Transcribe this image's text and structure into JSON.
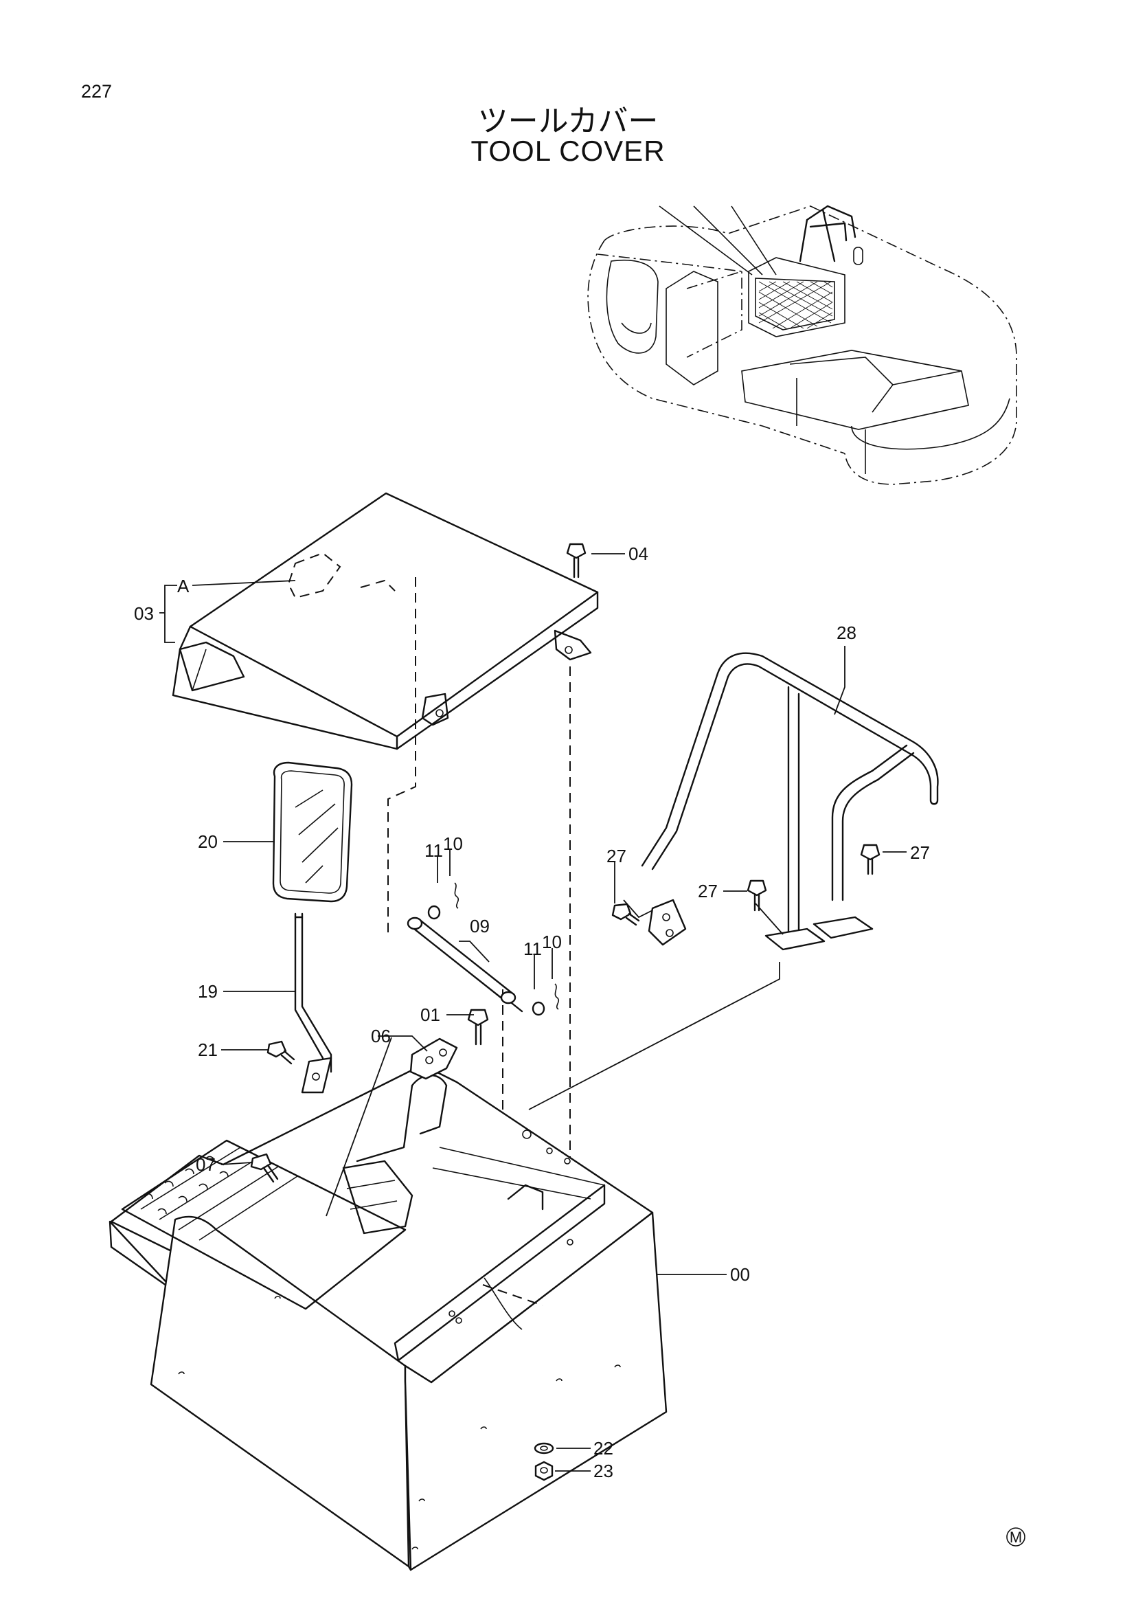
{
  "page_number": "227",
  "title_jp": "ツールカバー",
  "title_en": "TOOL COVER",
  "callouts": {
    "c00": "00",
    "c01": "01",
    "c03": "03",
    "c04": "04",
    "c06": "06",
    "c07": "07",
    "c09": "09",
    "c10a": "10",
    "c10b": "10",
    "c11a": "11",
    "c11b": "11",
    "c19": "19",
    "c20": "20",
    "c21": "21",
    "c22": "22",
    "c23": "23",
    "c27a": "27",
    "c27b": "27",
    "c27c": "27",
    "c28": "28"
  },
  "detail_marker": "A",
  "mark_symbol": "M"
}
